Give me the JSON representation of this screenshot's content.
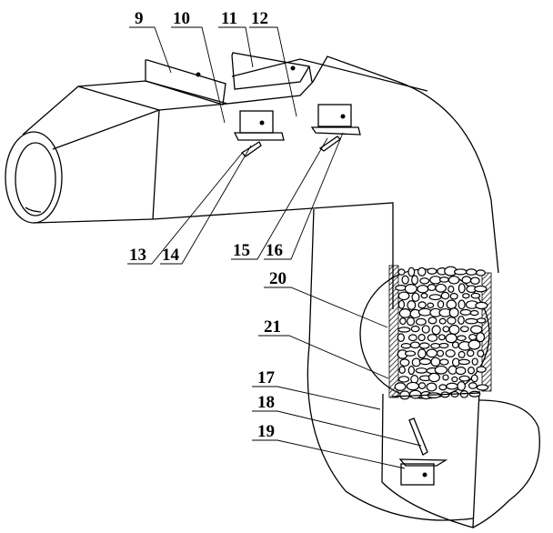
{
  "figure": {
    "title": "Patent drawing of a duct with sensors and a filter section",
    "labels": {
      "l9": "9",
      "l10": "10",
      "l11": "11",
      "l12": "12",
      "l13": "13",
      "l14": "14",
      "l15": "15",
      "l16": "16",
      "l20": "20",
      "l21": "21",
      "l17": "17",
      "l18": "18",
      "l19": "19"
    },
    "colors": {
      "line": "#000000",
      "background": "#ffffff"
    }
  }
}
